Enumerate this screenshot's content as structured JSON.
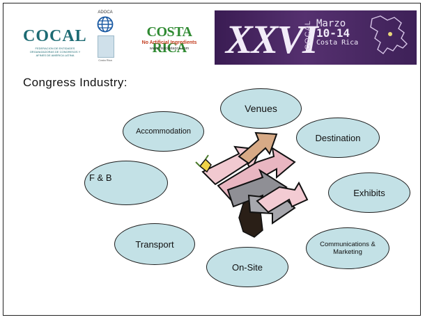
{
  "banner": {
    "cocal": {
      "name": "COCAL",
      "subtitle": "FEDERACION DE ENTIDADES ORGANIZADORAS DE CONGRESOS Y AFINES DE AMERICA LATINA"
    },
    "adoca": {
      "name": "ADOCA",
      "caption": "Costa Rica"
    },
    "costarica": {
      "name": "COSTA RICA",
      "tagline": "No Artificial Ingredients",
      "url": "www.visitcostarica.com"
    },
    "event": {
      "numeral": "XXVI",
      "vertical_text": "COCAL",
      "month": "Marzo",
      "days": "10-14",
      "place": "Costa Rica"
    }
  },
  "slide": {
    "title": "Congress Industry:",
    "clipart": "arrows-clipart-icon",
    "bubbles": {
      "venues": "Venues",
      "accommodation": "Accommodation",
      "destination": "Destination",
      "fb": "F & B",
      "exhibits": "Exhibits",
      "transport": "Transport",
      "communications": "Communications & Marketing",
      "onsite": "On-Site"
    }
  },
  "colors": {
    "bubble_fill": "#c3e1e6",
    "banner_purple": "#4a2864",
    "cocal_teal": "#1d6b73",
    "costarica_green": "#2f8a32"
  }
}
